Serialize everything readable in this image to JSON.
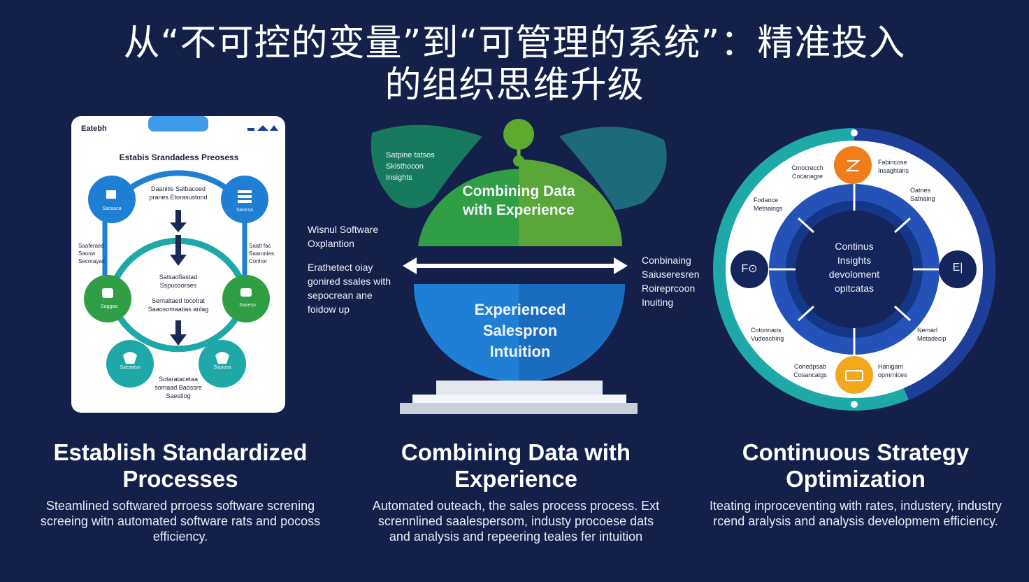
{
  "title": {
    "line1": "从“不可控的变量”到“可管理的系统”：精准投入",
    "line2": "的组织思维升级"
  },
  "left_card": {
    "corner_label": "Eatebh",
    "heading": "Estabis Srandadess Preosess",
    "center_top": "Daanitis Satbacoed pranes Etorasustond",
    "center_mid": "Satsaofiastad Sspucooraes",
    "center_low": "Sernaltaed tocotrat Saaosomaatias anlag",
    "center_bottom": "Sotaratacetaa somaad Baossre Saestiog",
    "left_note": "Saaferaed Saoow Secorayas",
    "right_note": "Saatt fac Saaronies Conhor",
    "node_tl": "Sacaaca",
    "node_tr": "Saoirsa",
    "node_ml": "Saggaa",
    "node_mr": "Saaeso",
    "node_bl": "Saesatso",
    "node_br": "Siaaosa"
  },
  "middle": {
    "top_left_bubble": "Satpine tatsos Skisthocon Insights",
    "dome_top": "Combining Data with Experience",
    "dome_bottom": "Experienced Salespron Intuition",
    "left_label_1": "Wisnul Software Oxplantion",
    "left_label_2": "Erathetect oiay gonired ssales with sepocrean ane foidow up",
    "right_label": "Conbinaing Saiuseresren Roireprcoon Inuiting"
  },
  "right_wheel": {
    "center": "Continus Insights devoloment opitcatas",
    "tl_label": "Cmocrecch Cocanagre",
    "tr_label": "Fabincose Insaghtans",
    "l_label": "Fodaoce Metnaings",
    "r_label": "Oatnes Satnaing",
    "bl_label": "Cotonnaos Vudeaching",
    "br_label": "Nemarl Metadecip",
    "bbl_label": "Conedpsab Cosancatgs",
    "bbr_label": "Hanigam opmrnices",
    "left_icon": "F⊙",
    "right_icon": "E|"
  },
  "captions": [
    {
      "title": "Establish Standardized Processes",
      "body": "Steamlined softwared prroess software screning screeing witn automated software rats and pocoss efficiency."
    },
    {
      "title": "Combining Data with Experience",
      "body": "Automated outeach, the sales process process. Ext scrennlined saalespersom, industy procoese dats and analysis and repeering teales fer intuition"
    },
    {
      "title": "Continuous Strategy Optimization",
      "body": "Iteating inproceventing with rates, industery, industry rcend aralysis and analysis developmem efficiency."
    }
  ],
  "colors": {
    "background": "#14204a",
    "blue": "#1e7fd4",
    "green": "#2f9e44",
    "teal": "#1ea8a8",
    "navy": "#1d3f9a",
    "orange": "#f07d1a",
    "yellow": "#f2a81d"
  }
}
